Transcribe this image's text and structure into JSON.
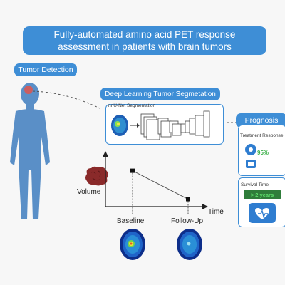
{
  "title": {
    "line1": "Fully-automated amino acid PET response",
    "line2": "assessment in patients with brain tumors"
  },
  "sections": {
    "tumor_detection": "Tumor Detection",
    "deep_learning": "Deep Learning Tumor Segmetation",
    "segmentation_method": "nnU-Net Segmentation",
    "prognosis": "Prognosis"
  },
  "prognosis": {
    "treatment_response_label": "Treatment Response",
    "treatment_response_value": "95%",
    "survival_label": "Survival Time",
    "survival_value": "> 2 years"
  },
  "chart_data": {
    "type": "line",
    "categories": [
      "Baseline",
      "Follow-Up"
    ],
    "values": [
      0.72,
      0.15
    ],
    "ylabel": "Volume",
    "xlabel": "Time"
  },
  "colors": {
    "accent": "#3e8ed6",
    "body": "#5a8fc7",
    "green": "#3cb04a"
  },
  "icons": {
    "human_figure": "human-body-icon",
    "tumor_mass": "tumor-icon",
    "pet_scan": "brain-pet-scan-icon"
  }
}
